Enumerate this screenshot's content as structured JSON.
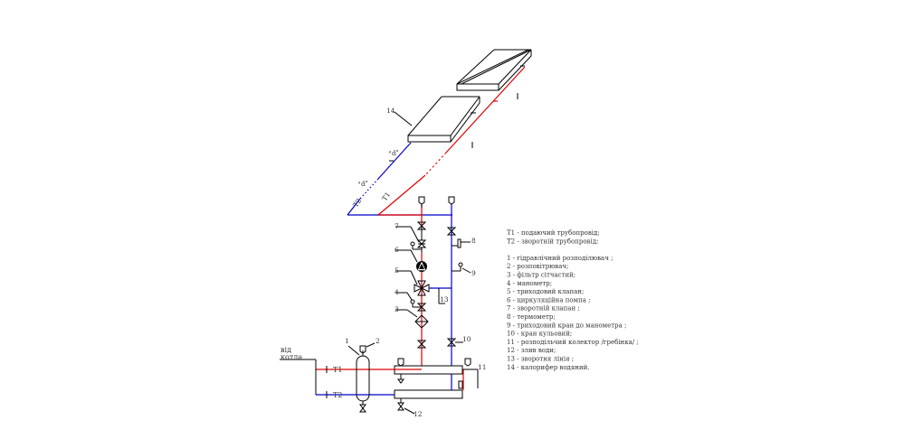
{
  "labels": {
    "t1": "T1",
    "t2": "T2",
    "vid_kotla_1": "від",
    "vid_kotla_2": "котла",
    "d_upper": "\"d\"",
    "d_lower": "\"d\"",
    "t1_diag": "T1",
    "t2_diag": "T2"
  },
  "callouts": {
    "n1": "1",
    "n2": "2",
    "n3": "3",
    "n4": "4",
    "n5": "5",
    "n6": "6",
    "n7": "7",
    "n8": "8",
    "n9": "9",
    "n10": "10",
    "n11": "11",
    "n12": "12",
    "n13": "13",
    "n14": "14"
  },
  "legend": [
    "T1 - подаючий трубопровід;",
    "T2 - зворотній трубопровід;",
    "",
    "1 - гідравлічний розподілювач ;",
    "2 - розповітрювач;",
    "3 - фільтр сітчастий;",
    "4 - манометр;",
    "5 - триходовий клапан;",
    "6 - циркуляційна помпа ;",
    "7 - зворотній клапан ;",
    "8 - термометр;",
    "9 - триходовий кран до манометра ;",
    "10 - кран кульовий;",
    "11 - розподільчий колектор /гребінка/ ;",
    "12 - злив води;",
    "13 - зворотня лінія ;",
    "14 - калорифер водяний."
  ],
  "colors": {
    "supply": "#e00000",
    "return": "#0000c8",
    "lines": "#000000"
  }
}
